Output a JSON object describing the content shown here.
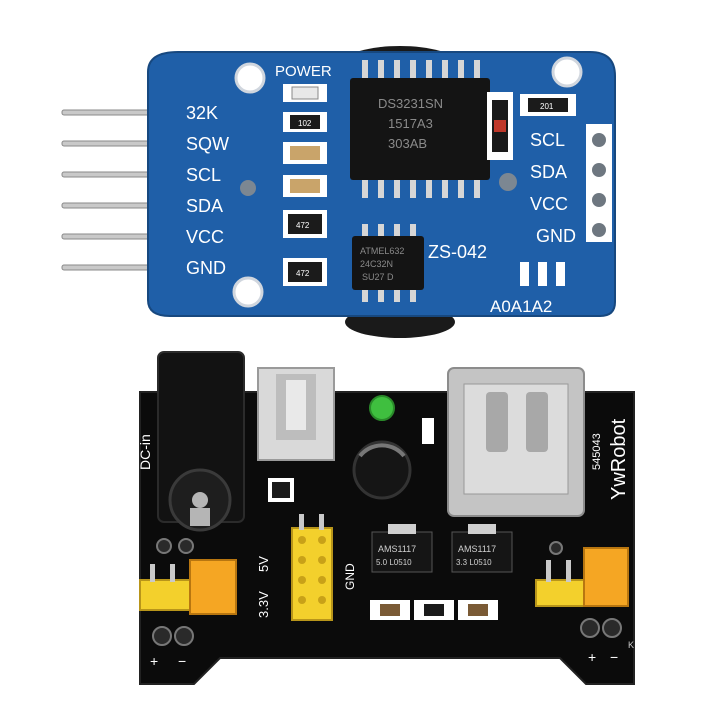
{
  "rtc_module": {
    "power_label": "POWER",
    "pin_labels_left": [
      "32K",
      "SQW",
      "SCL",
      "SDA",
      "VCC",
      "GND"
    ],
    "pin_labels_right": [
      "SCL",
      "SDA",
      "VCC",
      "GND"
    ],
    "chip_text": [
      "DS3231SN",
      "1517A3",
      "303AB"
    ],
    "eeprom_text": [
      "ATMEL632",
      "24C32N",
      "SU27 D"
    ],
    "board_id": "ZS-042",
    "address_pads": "A0A1A2",
    "resistor_102": "102",
    "resistor_201": "201",
    "array_472_a": "472",
    "array_472_b": "472",
    "colors": {
      "pcb": "#1f5fa8",
      "pcb_edge": "#17487f",
      "silkscreen": "#ffffff"
    }
  },
  "power_module": {
    "dc_label": "DC-in",
    "brand": "YwRobot",
    "model": "545043",
    "voltage_5v": "5V",
    "voltage_33v": "3.3V",
    "gnd_label": "GND",
    "reg1_text": [
      "AMS1117",
      "5.0 L0510"
    ],
    "reg2_text": [
      "AMS1117",
      "3.3 L0510"
    ],
    "rail_plus": "+",
    "rail_minus": "−",
    "rail_k": "K",
    "colors": {
      "pcb": "#0b0b0b",
      "jumper": "#f5a623",
      "header": "#f3d02c",
      "led": "#3fbf3f"
    }
  }
}
